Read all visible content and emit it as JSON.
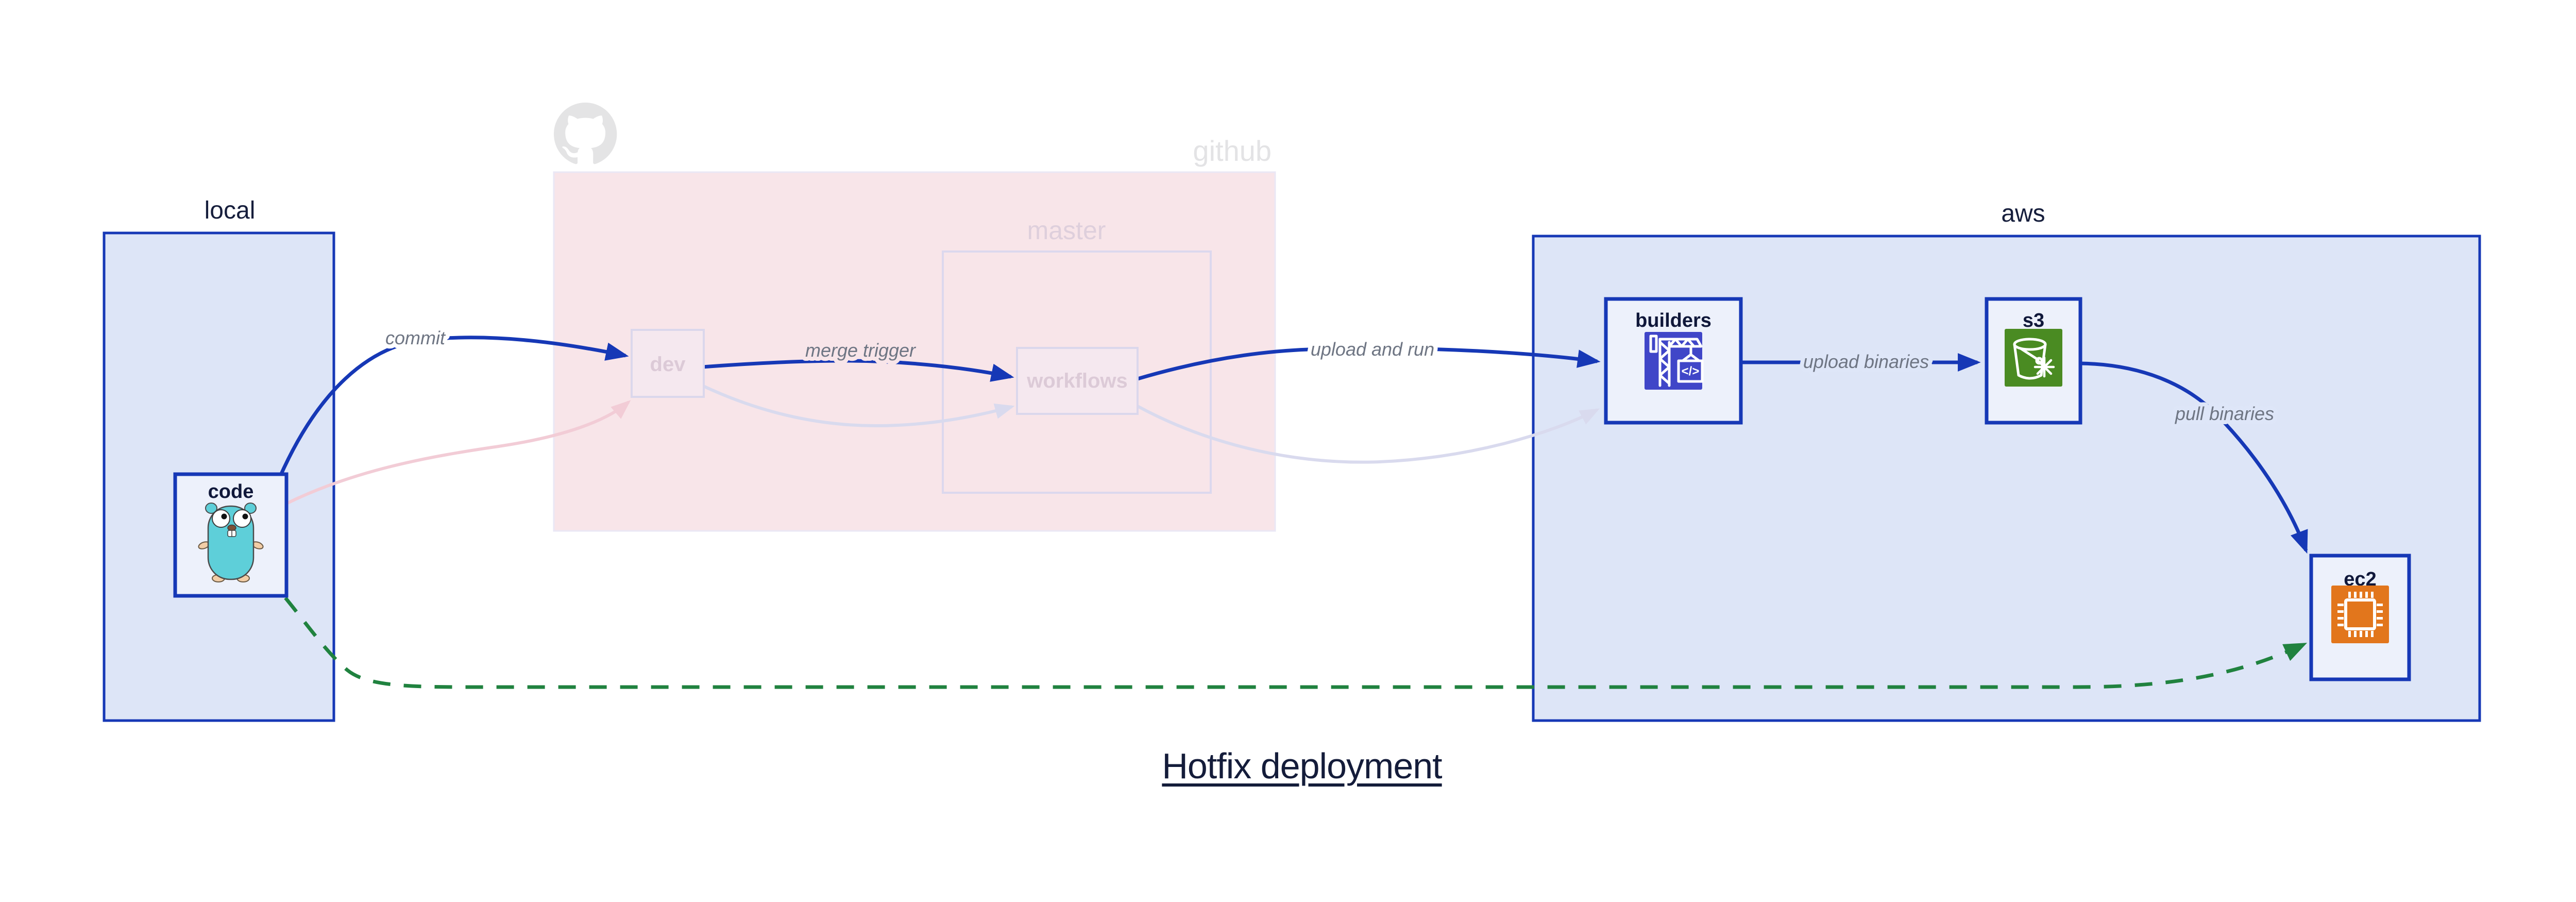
{
  "title": "Hotfix deployment",
  "containers": {
    "local": "local",
    "github": "github",
    "master": "master",
    "aws": "aws"
  },
  "nodes": {
    "code": "code",
    "dev": "dev",
    "workflows": "workflows",
    "builders": "builders",
    "s3": "s3",
    "ec2": "ec2"
  },
  "edges": {
    "commit": "commit",
    "merge_trigger": "merge trigger",
    "upload_and_run": "upload and run",
    "upload_binaries": "upload binaries",
    "pull_binaries": "pull binaries"
  },
  "icons": {
    "github_logo": "octocat-mark",
    "code_icon": "go-gopher",
    "builders_icon": "construction-crane",
    "builders_glyph": "</>",
    "s3_icon": "bucket-snowflake",
    "ec2_icon": "cpu-chip"
  },
  "colors": {
    "accent_blue": "#1638b6",
    "container_fill": "#dde5f7",
    "node_fill": "#edf1fb",
    "github_fill": "#f8e5e9",
    "faded_pink_edge": "#f2ccd6",
    "faded_lavender_edge": "#d9daee",
    "hotfix_green": "#20823f",
    "edge_label_gray": "#6e7583",
    "dark_text": "#141c3a",
    "faded_text": "#dccad7",
    "github_gray": "#e3e3e5",
    "builders_icon_bg": "#4046c8",
    "s3_icon_bg": "#4a8b22",
    "ec2_icon_bg": "#e2761c",
    "gopher_teal": "#5ecfd9"
  }
}
